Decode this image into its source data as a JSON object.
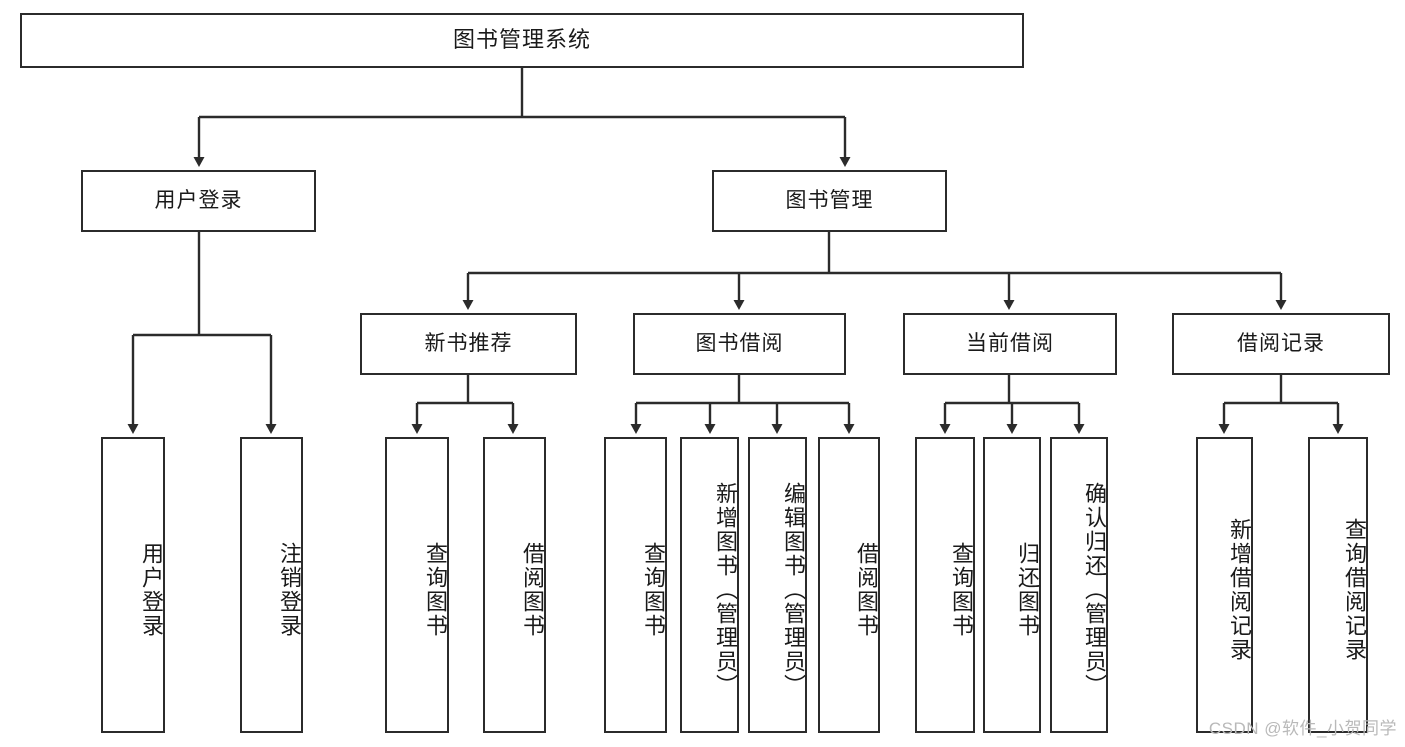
{
  "diagram": {
    "title": "图书管理系统",
    "root": {
      "label": "图书管理系统"
    },
    "level2": [
      {
        "label": "用户登录"
      },
      {
        "label": "图书管理"
      }
    ],
    "level3": [
      {
        "label": "新书推荐"
      },
      {
        "label": "图书借阅"
      },
      {
        "label": "当前借阅"
      },
      {
        "label": "借阅记录"
      }
    ],
    "leaves": {
      "user_login": [
        {
          "label": "用户登录"
        },
        {
          "label": "注销登录"
        }
      ],
      "new_book_recommend": [
        {
          "label": "查询图书"
        },
        {
          "label": "借阅图书"
        }
      ],
      "book_borrow": [
        {
          "label": "查询图书"
        },
        {
          "label": "新增图书（管理员）"
        },
        {
          "label": "编辑图书（管理员）"
        },
        {
          "label": "借阅图书"
        }
      ],
      "current_borrow": [
        {
          "label": "查询图书"
        },
        {
          "label": "归还图书"
        },
        {
          "label": "确认归还（管理员）"
        }
      ],
      "borrow_record": [
        {
          "label": "新增借阅记录"
        },
        {
          "label": "查询借阅记录"
        }
      ]
    }
  },
  "watermark": {
    "text": "CSDN @软件_小贺同学"
  },
  "colors": {
    "border": "#2b2b2b",
    "background": "#ffffff",
    "text": "#1a1a1a",
    "watermark": "#b9b9b9"
  }
}
